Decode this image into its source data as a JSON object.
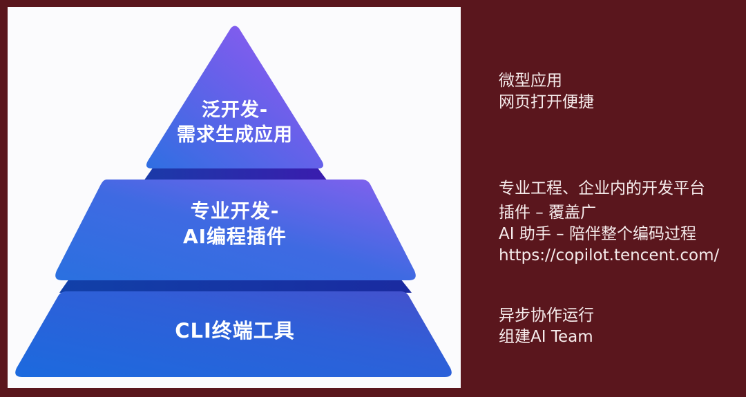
{
  "colors": {
    "background": "#5a161d",
    "panel": "#fbfbfd",
    "tier_gradient_start": "#2a6ee0",
    "tier_gradient_end": "#8b5cf0",
    "band_dark": "#1a2aa0",
    "text_light": "#f6ecec"
  },
  "pyramid": {
    "tiers": [
      {
        "level": "top",
        "lines": [
          "泛开发-",
          "需求生成应用"
        ]
      },
      {
        "level": "middle",
        "lines": [
          "专业开发-",
          "AI编程插件"
        ]
      },
      {
        "level": "bottom",
        "lines": [
          "CLI终端工具"
        ]
      }
    ]
  },
  "notes": {
    "top": [
      "微型应用",
      "网页打开便捷"
    ],
    "middle": [
      "专业工程、企业内的开发平台",
      "插件 – 覆盖广",
      "AI 助手 – 陪伴整个编码过程",
      "https://copilot.tencent.com/"
    ],
    "bottom": [
      "异步协作运行",
      "组建AI Team"
    ]
  }
}
